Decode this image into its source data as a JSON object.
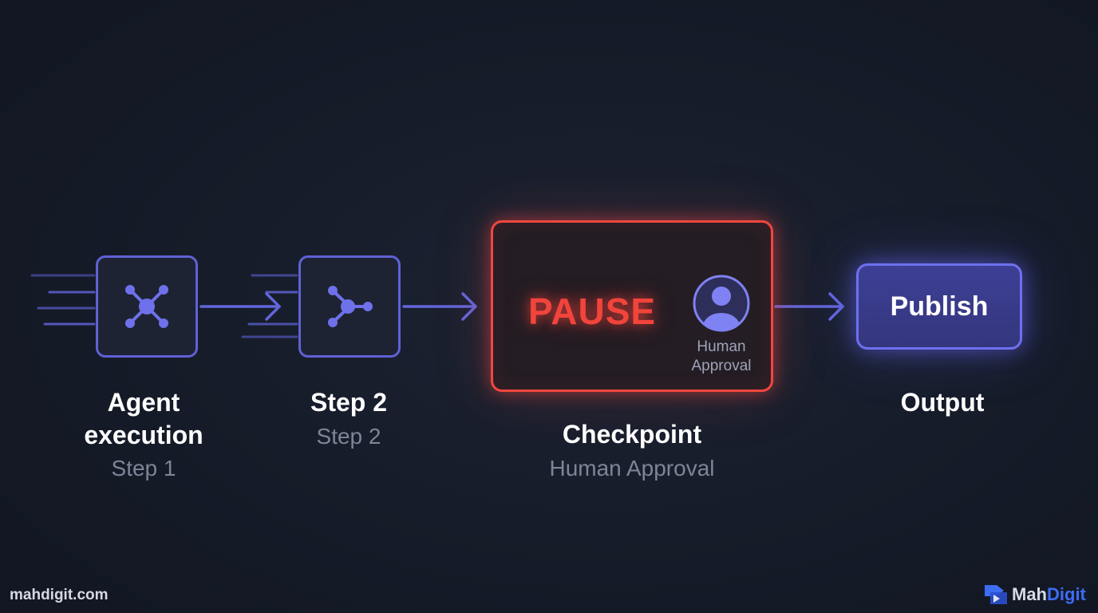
{
  "steps": {
    "agent": {
      "title_line1": "Agent",
      "title_line2": "execution",
      "subtitle": "Step 1"
    },
    "step2": {
      "title": "Step 2",
      "subtitle": "Step 2"
    },
    "checkpoint": {
      "box_label": "PAUSE",
      "icon_caption_line1": "Human",
      "icon_caption_line2": "Approval",
      "title": "Checkpoint",
      "subtitle": "Human Approval"
    },
    "output": {
      "button_label": "Publish",
      "title": "Output"
    }
  },
  "footer": {
    "site": "mahdigit.com",
    "brand_part1": "Mah",
    "brand_part2": "Digit"
  },
  "icons": {
    "agent": "network-hub-icon",
    "step2": "branch-icon",
    "checkpoint": "user-circle-icon",
    "brand": "mahdigit-logo-icon"
  },
  "colors": {
    "node_border": "#5f61d6",
    "connector": "#6265db",
    "pause_red": "#f1443b",
    "publish_fill": "#3a3c8c",
    "brand_blue": "#3d6cf5"
  }
}
